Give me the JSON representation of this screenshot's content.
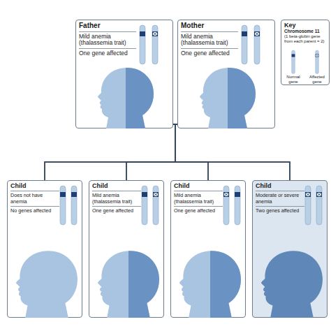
{
  "diagram": {
    "nodes": [
      {
        "text": [
          "Father",
          "Mild anemia (thalassemia trait)",
          "One gene affected"
        ]
      },
      {
        "text": [
          "Mother",
          "Mild anemia (thalassemia trait)",
          "One gene affected"
        ]
      },
      {
        "text": [
          "Key",
          "Chromosome 11",
          "(1 beta-globin gene from each parent = 2)"
        ]
      },
      {
        "text": [
          "Child",
          "Does not have anemia",
          "No genes affected"
        ]
      },
      {
        "text": [
          "Child",
          "Mild anemia (thalassemia trait)",
          "One gene affected"
        ]
      },
      {
        "text": [
          "Child",
          "Mild anemia (thalassemia trait)",
          "One gene affected"
        ]
      },
      {
        "text": [
          "Child",
          "Moderate or severe anemia",
          "Two genes affected"
        ]
      }
    ],
    "edges": [
      {
        "from": 0,
        "to": 3,
        "arrow": "none"
      },
      {
        "from": 0,
        "to": 4,
        "arrow": "none"
      },
      {
        "from": 0,
        "to": 5,
        "arrow": "none"
      },
      {
        "from": 0,
        "to": 6,
        "arrow": "none"
      },
      {
        "from": 1,
        "to": 3,
        "arrow": "none"
      },
      {
        "from": 1,
        "to": 4,
        "arrow": "none"
      },
      {
        "from": 1,
        "to": 5,
        "arrow": "none"
      },
      {
        "from": 1,
        "to": 6,
        "arrow": "none"
      }
    ],
    "legend": [
      {
        "text": "Normal gene"
      },
      {
        "text": "Affected gene"
      }
    ]
  }
}
